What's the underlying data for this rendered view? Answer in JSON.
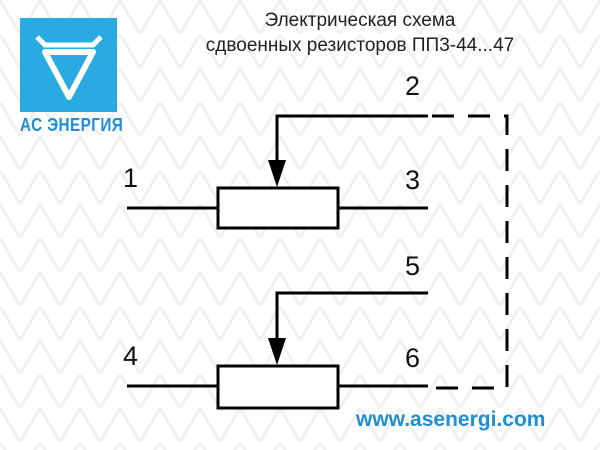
{
  "title": {
    "line1": "Электрическая схема",
    "line2": "сдвоенных резисторов ПП3-44...47"
  },
  "logo": {
    "text": "АС ЭНЕРГИЯ",
    "color": "#29aae1"
  },
  "pins": [
    "1",
    "2",
    "3",
    "4",
    "5",
    "6"
  ],
  "website": "www.asenergi.com"
}
